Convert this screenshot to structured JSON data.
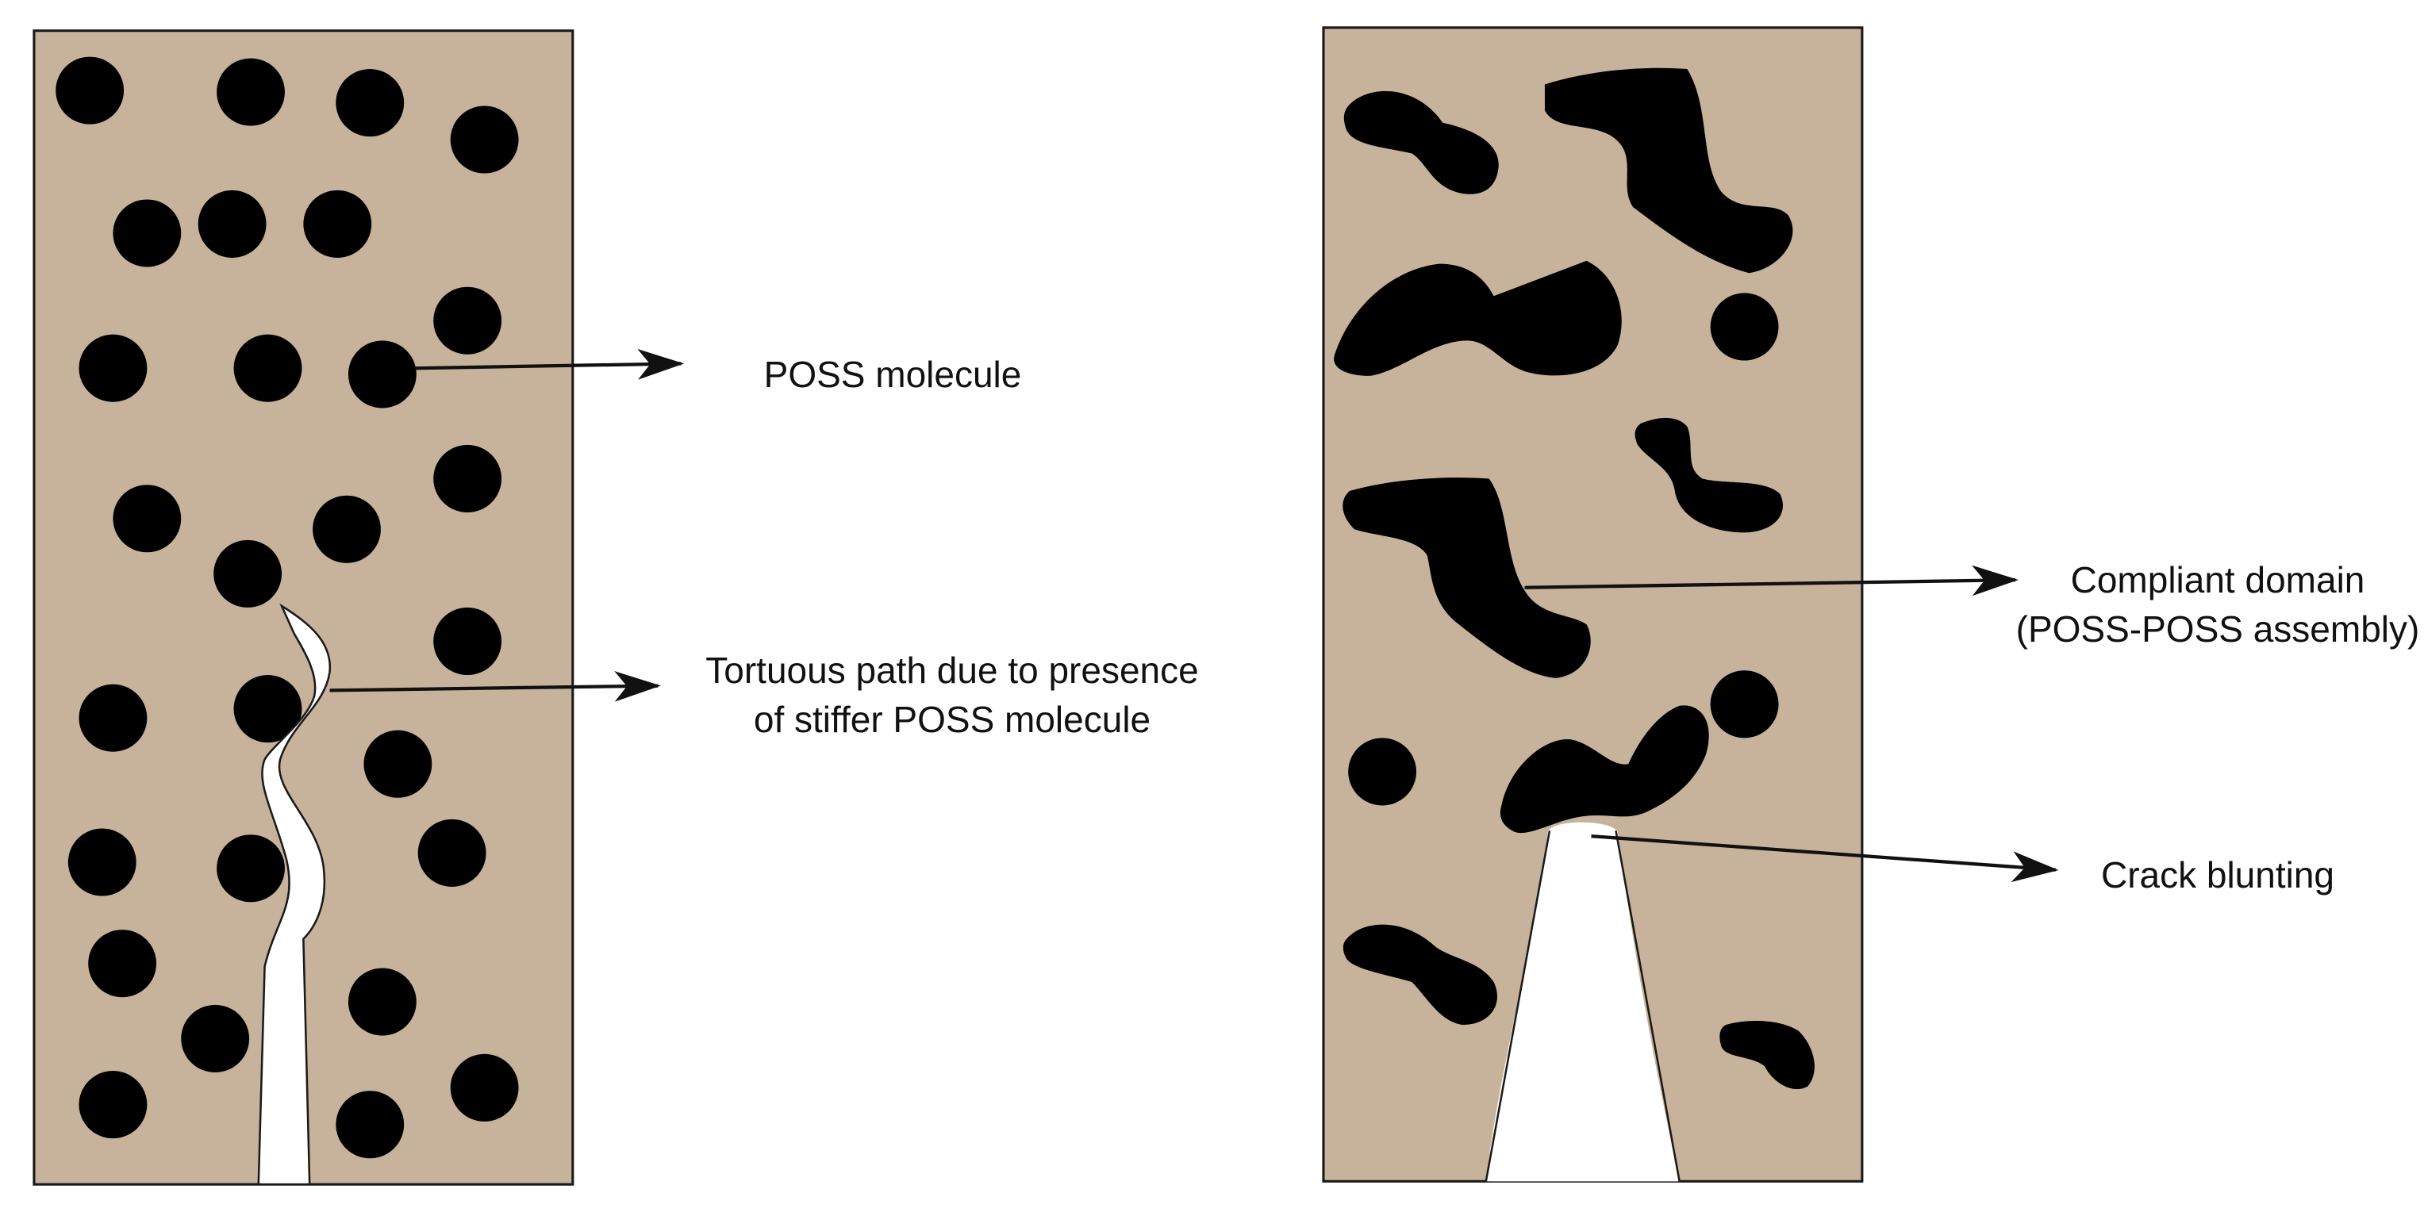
{
  "colors": {
    "matrix": "#c7b29b",
    "particle": "#000000",
    "crack": "#ffffff",
    "outline": "#1a1a1a",
    "background": "#ffffff",
    "text": "#111111"
  },
  "labels": {
    "poss_molecule": "POSS molecule",
    "tortuous_line1": "Tortuous path due to presence",
    "tortuous_line2": "of stiffer POSS molecule",
    "compliant_line1": "Compliant domain",
    "compliant_line2": "(POSS-POSS assembly)",
    "crack_blunting": "Crack blunting"
  }
}
